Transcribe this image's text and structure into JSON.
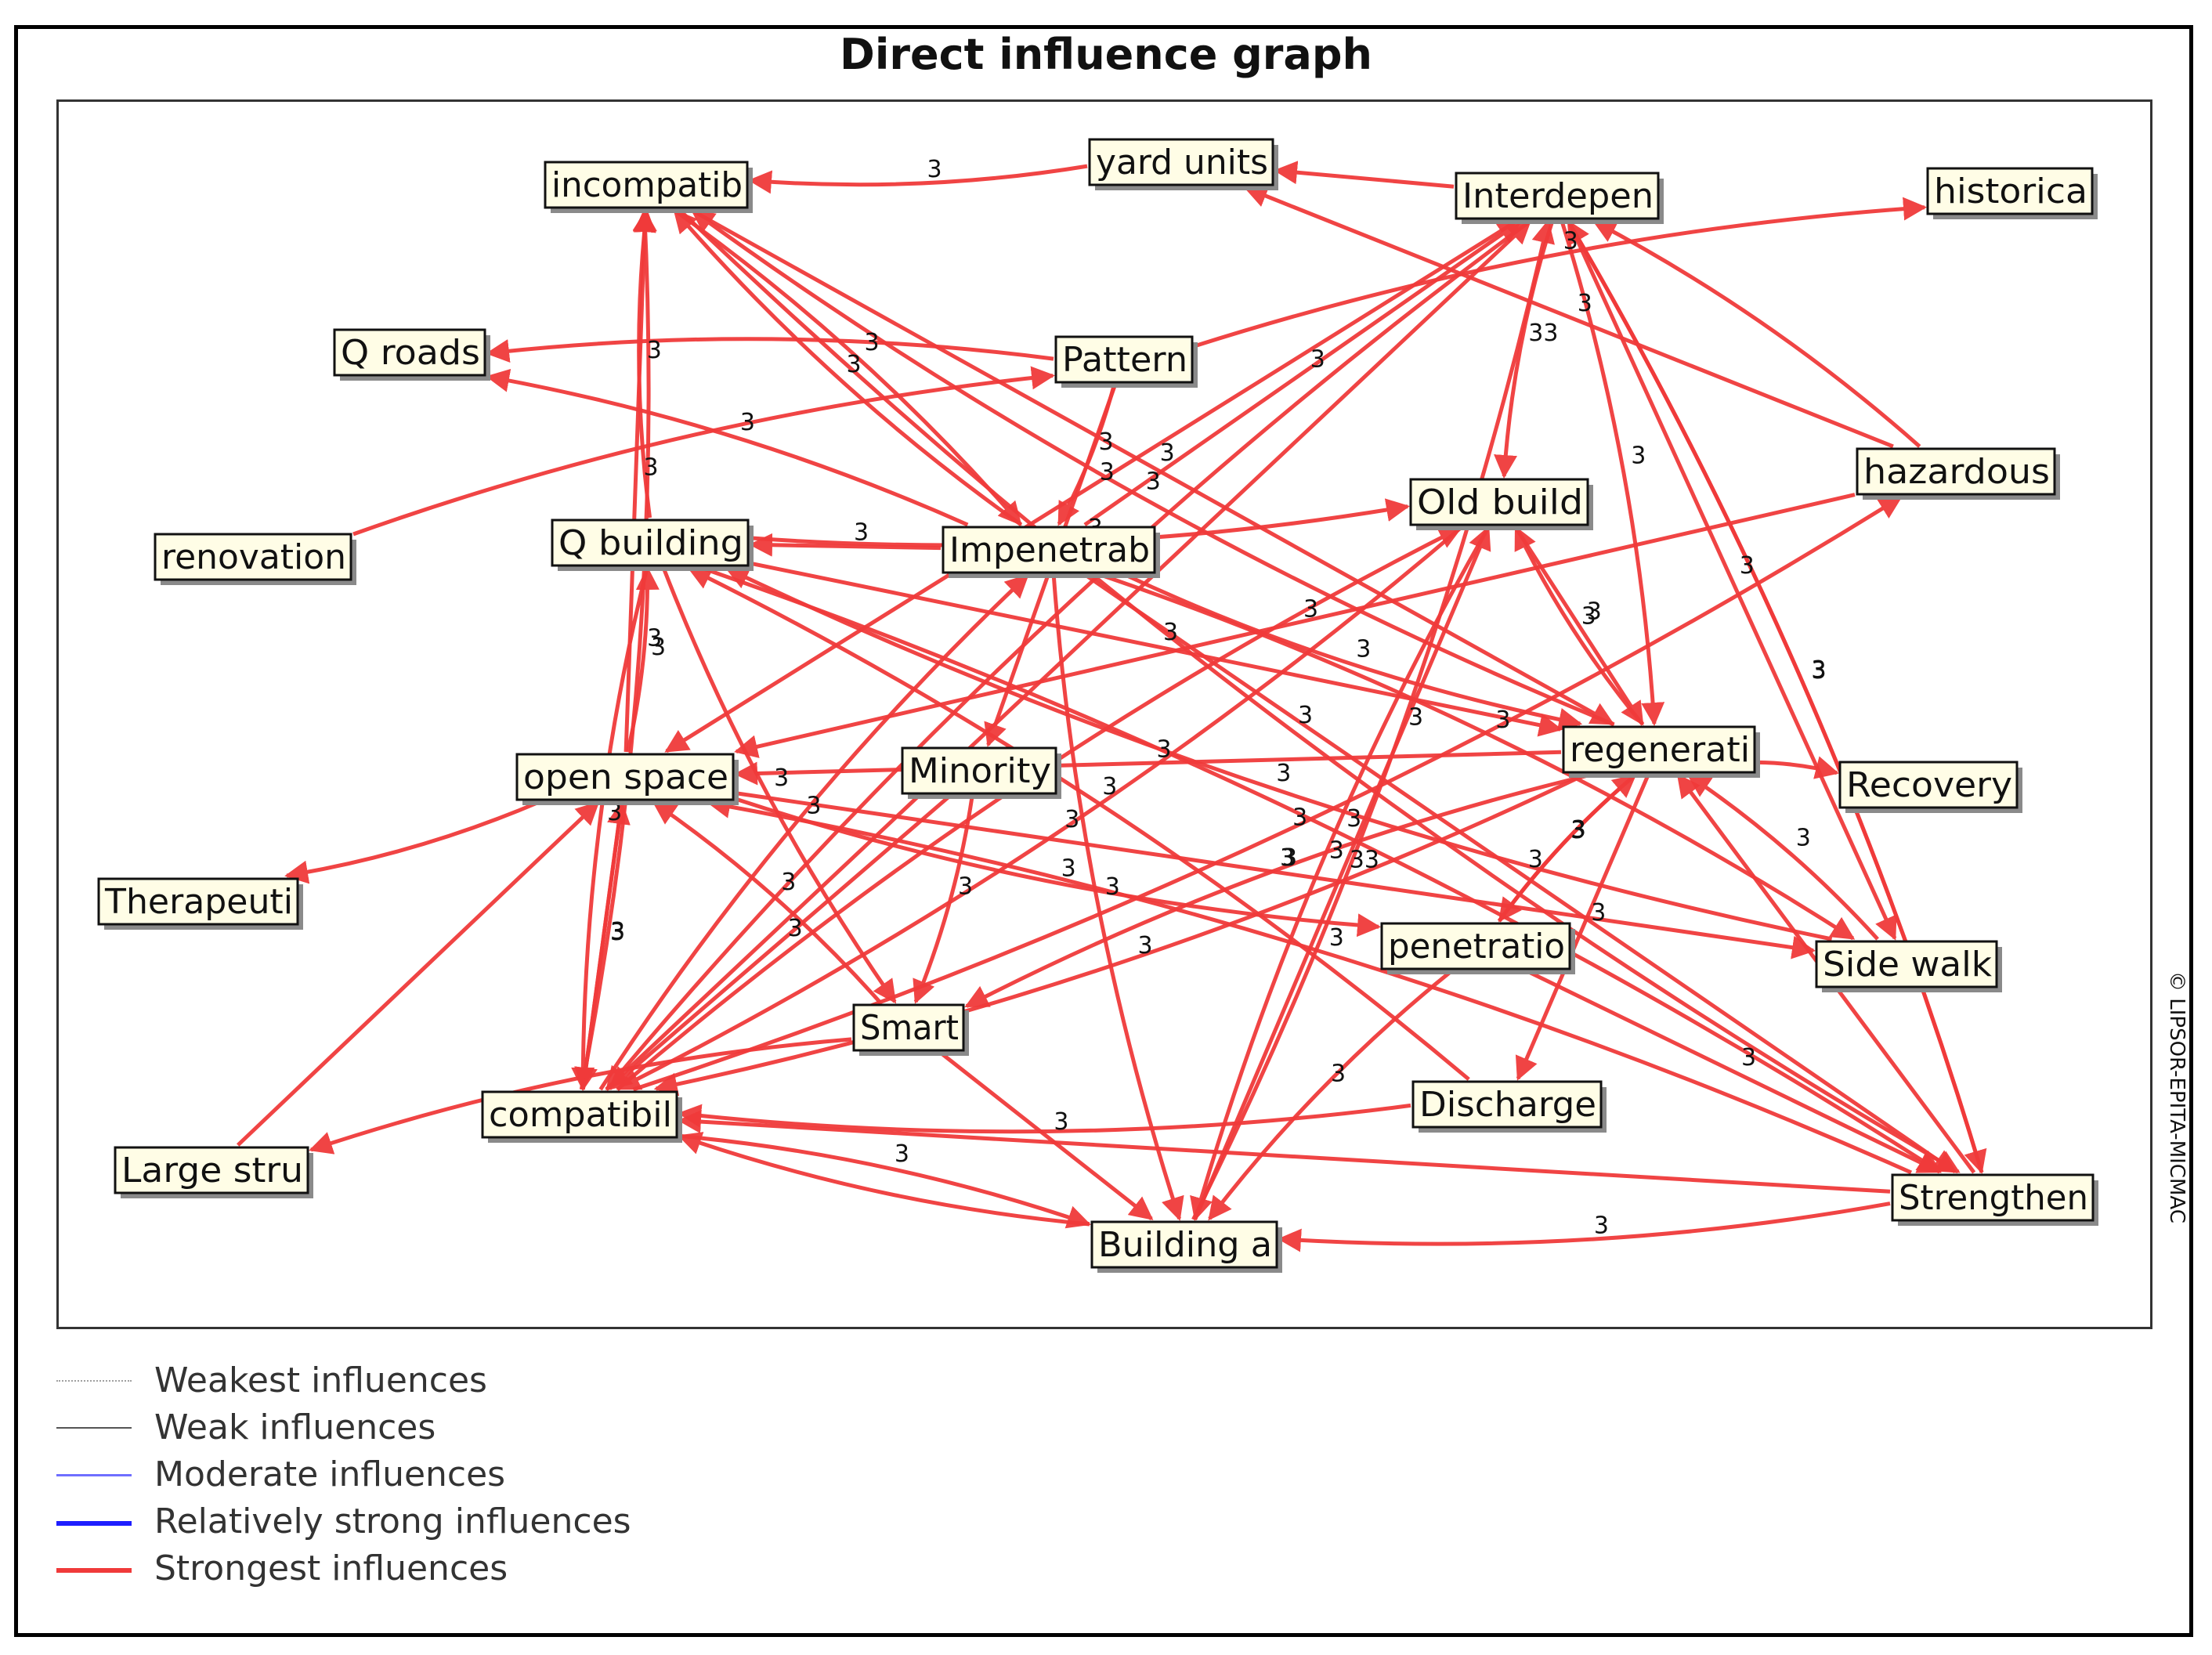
{
  "title": "Direct influence graph",
  "watermark": "© LIPSOR-EPITA-MICMAC",
  "colors": {
    "strongest": "#f03a3a",
    "node_fill": "#fffde6"
  },
  "nodes": [
    {
      "id": "incompatib",
      "label": "incompatib"
    },
    {
      "id": "yard",
      "label": "yard units"
    },
    {
      "id": "interdep",
      "label": "Interdepen"
    },
    {
      "id": "historica",
      "label": "historica"
    },
    {
      "id": "qroads",
      "label": "Q roads"
    },
    {
      "id": "pattern",
      "label": "Pattern"
    },
    {
      "id": "renovation",
      "label": "renovation"
    },
    {
      "id": "qbuilding",
      "label": "Q building"
    },
    {
      "id": "impenetrab",
      "label": "Impenetrab"
    },
    {
      "id": "oldbuild",
      "label": "Old build"
    },
    {
      "id": "hazardous",
      "label": "hazardous"
    },
    {
      "id": "openspace",
      "label": "open space"
    },
    {
      "id": "minority",
      "label": "Minority"
    },
    {
      "id": "regenerat",
      "label": "regenerati"
    },
    {
      "id": "recovery",
      "label": "Recovery"
    },
    {
      "id": "therapeuti",
      "label": "Therapeuti"
    },
    {
      "id": "penetratio",
      "label": "penetratio"
    },
    {
      "id": "sidewalk",
      "label": "Side walk"
    },
    {
      "id": "smart",
      "label": "Smart"
    },
    {
      "id": "compatibil",
      "label": "compatibil"
    },
    {
      "id": "discharge",
      "label": "Discharge"
    },
    {
      "id": "largestru",
      "label": "Large stru"
    },
    {
      "id": "strengthen",
      "label": "Strengthen"
    },
    {
      "id": "building",
      "label": "Building a"
    }
  ],
  "edges": [
    {
      "from": "yard",
      "to": "incompatib",
      "weight": "3"
    },
    {
      "from": "interdep",
      "to": "yard",
      "weight": ""
    },
    {
      "from": "pattern",
      "to": "qroads",
      "weight": ""
    },
    {
      "from": "pattern",
      "to": "historica",
      "weight": "3"
    },
    {
      "from": "hazardous",
      "to": "yard",
      "weight": "3"
    },
    {
      "from": "hazardous",
      "to": "interdep",
      "weight": ""
    },
    {
      "from": "renovation",
      "to": "pattern",
      "weight": ""
    },
    {
      "from": "impenetrab",
      "to": "qbuilding",
      "weight": "3"
    },
    {
      "from": "impenetrab",
      "to": "qroads",
      "weight": "3"
    },
    {
      "from": "impenetrab",
      "to": "incompatib",
      "weight": "3"
    },
    {
      "from": "impenetrab",
      "to": "interdep",
      "weight": "3"
    },
    {
      "from": "impenetrab",
      "to": "regenerat",
      "weight": "3"
    },
    {
      "from": "pattern",
      "to": "impenetrab",
      "weight": "3"
    },
    {
      "from": "pattern",
      "to": "minority",
      "weight": "3"
    },
    {
      "from": "interdep",
      "to": "oldbuild",
      "weight": "33"
    },
    {
      "from": "interdep",
      "to": "regenerat",
      "weight": "3"
    },
    {
      "from": "interdep",
      "to": "openspace",
      "weight": "3"
    },
    {
      "from": "interdep",
      "to": "compatibil",
      "weight": ""
    },
    {
      "from": "interdep",
      "to": "strengthen",
      "weight": "3"
    },
    {
      "from": "interdep",
      "to": "sidewalk",
      "weight": "3"
    },
    {
      "from": "qbuilding",
      "to": "oldbuild",
      "weight": "3"
    },
    {
      "from": "qbuilding",
      "to": "incompatib",
      "weight": "3"
    },
    {
      "from": "qbuilding",
      "to": "regenerat",
      "weight": "3"
    },
    {
      "from": "qbuilding",
      "to": "smart",
      "weight": "3"
    },
    {
      "from": "qbuilding",
      "to": "strengthen",
      "weight": "3"
    },
    {
      "from": "openspace",
      "to": "incompatib",
      "weight": "3"
    },
    {
      "from": "openspace",
      "to": "qbuilding",
      "weight": "3"
    },
    {
      "from": "openspace",
      "to": "therapeuti",
      "weight": ""
    },
    {
      "from": "openspace",
      "to": "sidewalk",
      "weight": "3"
    },
    {
      "from": "openspace",
      "to": "penetratio",
      "weight": "3"
    },
    {
      "from": "regenerat",
      "to": "recovery",
      "weight": ""
    },
    {
      "from": "regenerat",
      "to": "openspace",
      "weight": "3"
    },
    {
      "from": "regenerat",
      "to": "smart",
      "weight": "3"
    },
    {
      "from": "regenerat",
      "to": "compatibil",
      "weight": "3"
    },
    {
      "from": "regenerat",
      "to": "discharge",
      "weight": "3"
    },
    {
      "from": "regenerat",
      "to": "penetratio",
      "weight": "3"
    },
    {
      "from": "regenerat",
      "to": "incompatib",
      "weight": "3"
    },
    {
      "from": "oldbuild",
      "to": "regenerat",
      "weight": "3"
    },
    {
      "from": "oldbuild",
      "to": "building",
      "weight": "3"
    },
    {
      "from": "oldbuild",
      "to": "compatibil",
      "weight": "3"
    },
    {
      "from": "hazardous",
      "to": "openspace",
      "weight": "3"
    },
    {
      "from": "sidewalk",
      "to": "regenerat",
      "weight": "3"
    },
    {
      "from": "sidewalk",
      "to": "qbuilding",
      "weight": "3"
    },
    {
      "from": "strengthen",
      "to": "regenerat",
      "weight": "3"
    },
    {
      "from": "strengthen",
      "to": "interdep",
      "weight": "3"
    },
    {
      "from": "strengthen",
      "to": "building",
      "weight": "3"
    },
    {
      "from": "strengthen",
      "to": "compatibil",
      "weight": ""
    },
    {
      "from": "strengthen",
      "to": "openspace",
      "weight": "3"
    },
    {
      "from": "penetratio",
      "to": "regenerat",
      "weight": "3"
    },
    {
      "from": "penetratio",
      "to": "strengthen",
      "weight": "3"
    },
    {
      "from": "penetratio",
      "to": "building",
      "weight": "3"
    },
    {
      "from": "compatibil",
      "to": "building",
      "weight": "3"
    },
    {
      "from": "compatibil",
      "to": "interdep",
      "weight": ""
    },
    {
      "from": "compatibil",
      "to": "hazardous",
      "weight": "3"
    },
    {
      "from": "compatibil",
      "to": "impenetrab",
      "weight": "3"
    },
    {
      "from": "compatibil",
      "to": "openspace",
      "weight": "3"
    },
    {
      "from": "compatibil",
      "to": "incompatib",
      "weight": "3"
    },
    {
      "from": "compatibil",
      "to": "oldbuild",
      "weight": ""
    },
    {
      "from": "building",
      "to": "oldbuild",
      "weight": "33"
    },
    {
      "from": "building",
      "to": "interdep",
      "weight": "3"
    },
    {
      "from": "building",
      "to": "compatibil",
      "weight": ""
    },
    {
      "from": "smart",
      "to": "building",
      "weight": "3"
    },
    {
      "from": "smart",
      "to": "openspace",
      "weight": "3"
    },
    {
      "from": "minority",
      "to": "smart",
      "weight": "3"
    },
    {
      "from": "minority",
      "to": "compatibil",
      "weight": "3"
    },
    {
      "from": "impenetrab",
      "to": "building",
      "weight": "3"
    },
    {
      "from": "impenetrab",
      "to": "sidewalk",
      "weight": "3"
    },
    {
      "from": "impenetrab",
      "to": "strengthen",
      "weight": "3"
    },
    {
      "from": "discharge",
      "to": "qbuilding",
      "weight": "3"
    },
    {
      "from": "discharge",
      "to": "compatibil",
      "weight": ""
    },
    {
      "from": "largestru",
      "to": "openspace",
      "weight": ""
    },
    {
      "from": "smart",
      "to": "largestru",
      "weight": ""
    },
    {
      "from": "regenerat",
      "to": "oldbuild",
      "weight": "3"
    },
    {
      "from": "incompatib",
      "to": "regenerat",
      "weight": "3"
    },
    {
      "from": "incompatib",
      "to": "strengthen",
      "weight": "3"
    },
    {
      "from": "incompatib",
      "to": "impenetrab",
      "weight": "3"
    },
    {
      "from": "openspace",
      "to": "compatibil",
      "weight": "3"
    },
    {
      "from": "qbuilding",
      "to": "compatibil",
      "weight": "3"
    }
  ],
  "legend": [
    {
      "label": "Weakest influences",
      "color": "#a0a0a0",
      "style": "dotted",
      "width": 2
    },
    {
      "label": "Weak influences",
      "color": "#555555",
      "style": "solid",
      "width": 2
    },
    {
      "label": "Moderate influences",
      "color": "#6f6fff",
      "style": "solid",
      "width": 3
    },
    {
      "label": "Relatively strong influences",
      "color": "#1e1eff",
      "style": "solid",
      "width": 6
    },
    {
      "label": "Strongest influences",
      "color": "#f03a3a",
      "style": "solid",
      "width": 6
    }
  ]
}
